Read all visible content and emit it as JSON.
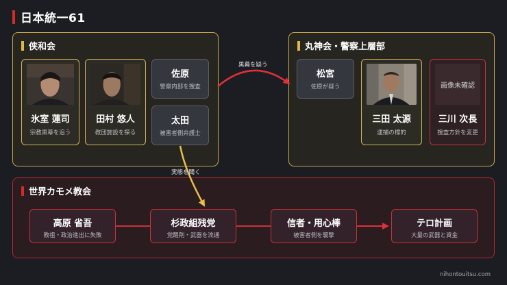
{
  "title": "日本統一61",
  "groups": {
    "kyowa": {
      "label": "侠和会",
      "members": [
        {
          "name": "氷室 蓮司",
          "role": "宗教黒幕を追う",
          "photo": "person-photo"
        },
        {
          "name": "田村 悠人",
          "role": "教団施設を探る",
          "photo": "person-photo"
        },
        {
          "name": "佐原",
          "role": "警察内部を捜査"
        },
        {
          "name": "太田",
          "role": "被害者側弁護士"
        }
      ]
    },
    "marujin": {
      "label": "丸神会・警察上層部",
      "members": [
        {
          "name": "松宮",
          "role": "佐原が疑う"
        },
        {
          "name": "三田 太源",
          "role": "逮捕の標的",
          "photo": "person-photo"
        },
        {
          "name": "三川 次長",
          "role": "捜査方針を変更",
          "placeholder": "画像未確認"
        }
      ]
    },
    "kamome": {
      "label": "世界カモメ教会",
      "flow": [
        {
          "name": "高原 省吾",
          "role": "教祖・政治進出に失敗"
        },
        {
          "name": "杉政組残党",
          "role": "覚醒剤・武器を流通"
        },
        {
          "name": "信者・用心棒",
          "role": "被害者側を襲撃"
        },
        {
          "name": "テロ計画",
          "role": "大量の武器と資金"
        }
      ]
    }
  },
  "edges": {
    "kuromaku": "黒幕を疑う",
    "jittai": "実態を聞く"
  },
  "footer": "nihontouitsu.com",
  "colors": {
    "gold": "#d4b45a",
    "red": "#c8323a",
    "arrow_red": "#e0303a",
    "arrow_gold": "#e8c04a"
  }
}
